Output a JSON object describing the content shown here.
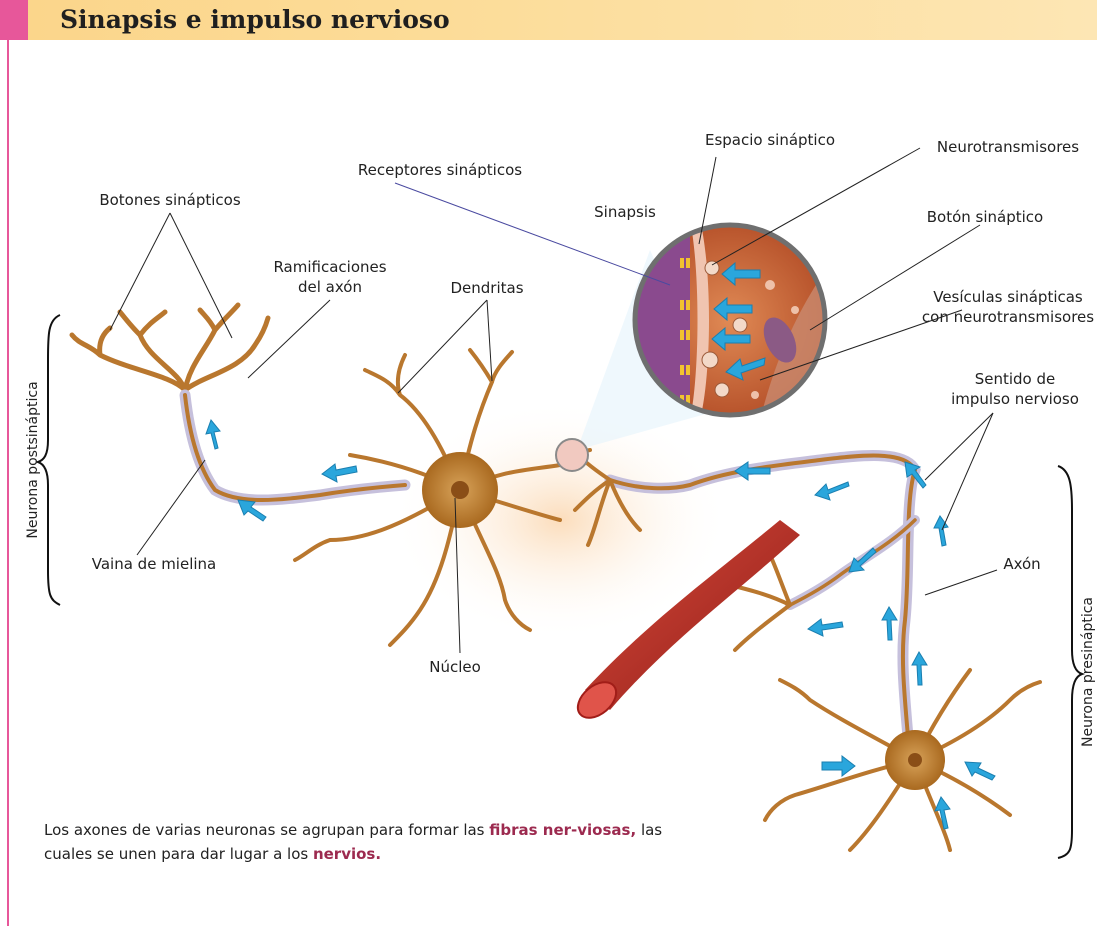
{
  "header": {
    "title": "Sinapsis e impulso nervioso"
  },
  "labels": {
    "botones": "Botones sinápticos",
    "ramificaciones_1": "Ramificaciones",
    "ramificaciones_2": "del axón",
    "dendritas": "Dendritas",
    "receptores": "Receptores sinápticos",
    "sinapsis": "Sinapsis",
    "espacio": "Espacio sináptico",
    "neurotransmisores": "Neurotransmisores",
    "boton": "Botón sináptico",
    "vesiculas_1": "Vesículas sinápticas",
    "vesiculas_2": "con neurotransmisores",
    "sentido_1": "Sentido de",
    "sentido_2": "impulso nervioso",
    "axon": "Axón",
    "vaina": "Vaina de mielina",
    "nucleo": "Núcleo",
    "postsinaptica": "Neurona postsináptica",
    "presinaptica": "Neurona presináptica"
  },
  "caption": {
    "part1": "Los axones de varias neuronas se agrupan para formar las ",
    "bold1": "fibras ner-viosas,",
    "part2": " las cuales se unen para dar lugar a los ",
    "bold2": "nervios."
  },
  "colors": {
    "accent_pink": "#e7579a",
    "title_bar": "#fcdc98",
    "neuron": "#b9772e",
    "myelin": "#c6c0dc",
    "arrow": "#2aa6dc",
    "vessel": "#b3231f"
  }
}
